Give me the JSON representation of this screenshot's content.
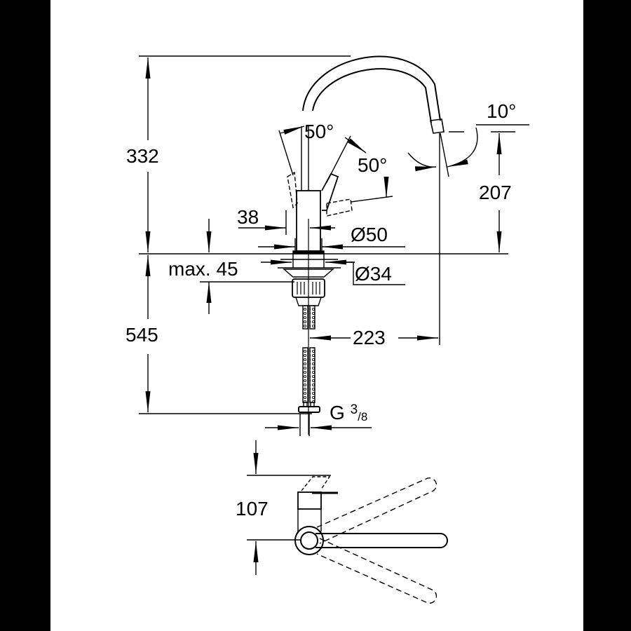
{
  "drawing": {
    "title": "Kitchen mixer dimension drawing",
    "colors": {
      "background": "#000000",
      "sheet": "#ffffff",
      "line": "#000000"
    },
    "dimensions": {
      "total_height": "332",
      "spout_height": "207",
      "below_deck_length": "545",
      "spout_reach": "223",
      "deck_thickness": "max. 45",
      "handle_offset": "38",
      "base_diameter": "Ø50",
      "hole_diameter": "Ø34",
      "connection_thread_prefix": "G",
      "connection_thread_num": "3",
      "connection_thread_den": "8",
      "top_view_depth": "107"
    },
    "angles": {
      "handle_left": "50°",
      "handle_right": "50°",
      "spout_tilt": "10°"
    }
  }
}
